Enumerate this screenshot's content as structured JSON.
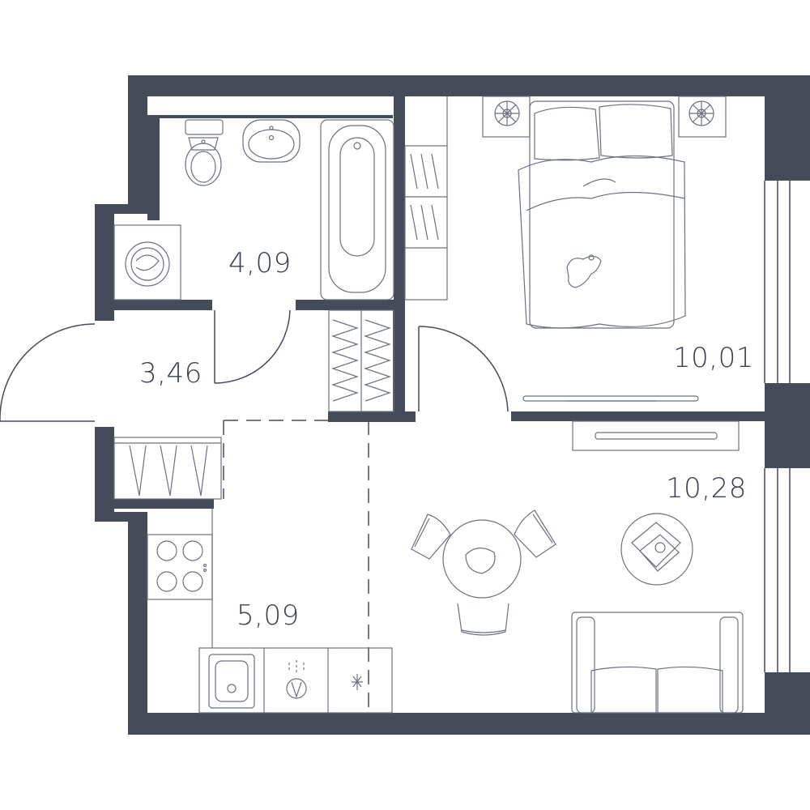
{
  "plan": {
    "rooms": [
      {
        "id": "bathroom",
        "area": "4,09"
      },
      {
        "id": "hall",
        "area": "3,46"
      },
      {
        "id": "bedroom",
        "area": "10,01"
      },
      {
        "id": "living",
        "area": "10,28"
      },
      {
        "id": "kitchen",
        "area": "5,09"
      }
    ]
  },
  "colors": {
    "wall": "#454b59",
    "line": "#454b59",
    "furniture": "#6b7180",
    "label": "#3b4150",
    "background": "#ffffff"
  }
}
